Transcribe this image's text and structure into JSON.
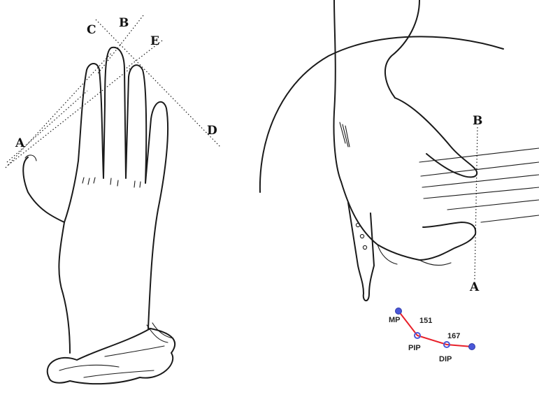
{
  "left_figure": {
    "point_labels": [
      "C",
      "B",
      "E",
      "A",
      "D"
    ]
  },
  "right_figure": {
    "point_labels": [
      "B",
      "A"
    ]
  },
  "joint_diagram": {
    "joints": [
      {
        "label": "MP",
        "angle": ""
      },
      {
        "label": "PIP",
        "angle": "151"
      },
      {
        "label": "DIP",
        "angle": "167"
      },
      {
        "label": "",
        "angle": ""
      }
    ],
    "colors": {
      "line": "#e8202a",
      "joint": "#4a57d8"
    }
  }
}
